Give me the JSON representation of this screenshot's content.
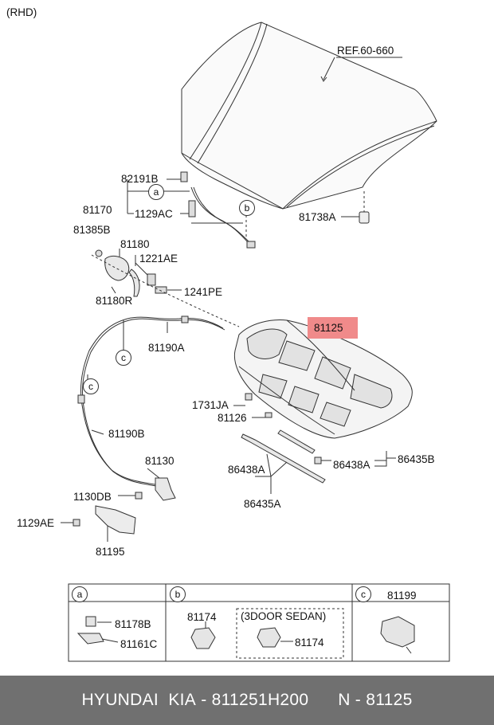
{
  "header_note": "(RHD)",
  "ref_label": "REF.60-660",
  "parts": {
    "p82191B": "82191B",
    "p81170": "81170",
    "p1129AC": "1129AC",
    "p81738A": "81738A",
    "p81385B": "81385B",
    "p81180": "81180",
    "p1221AE": "1221AE",
    "p81180R": "81180R",
    "p1241PE": "1241PE",
    "p81190A": "81190A",
    "p81125": "81125",
    "p1731JA": "1731JA",
    "p81126": "81126",
    "p81190B": "81190B",
    "p81130": "81130",
    "p86438A_right": "86438A",
    "p86435B": "86435B",
    "p86438A_left": "86438A",
    "p86435A": "86435A",
    "p1130DB": "1130DB",
    "p1129AE": "1129AE",
    "p81195": "81195"
  },
  "callouts": {
    "a": "a",
    "b": "b",
    "c": "c"
  },
  "legend": {
    "a_letter": "a",
    "b_letter": "b",
    "c_letter": "c",
    "a_part1": "81178B",
    "a_part2": "81161C",
    "b_part1": "81174",
    "b_variant_label": "(3DOOR SEDAN)",
    "b_part2": "81174",
    "c_part": "81199"
  },
  "footer": {
    "brand": "HYUNDAI  KIA",
    "separator1": " - ",
    "part_number": "811251H200",
    "n_label": "N - ",
    "n_value": "81125"
  },
  "highlight_color": "#f08a8a"
}
